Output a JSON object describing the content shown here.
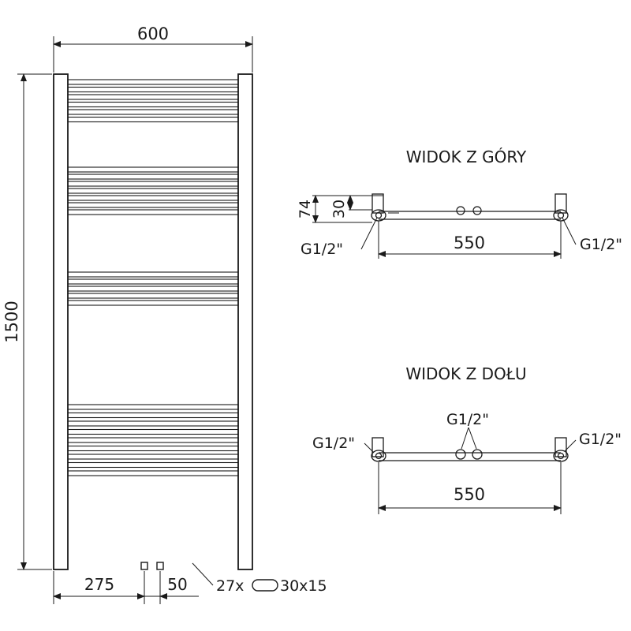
{
  "front_view": {
    "width_label": "600",
    "height_label": "1500",
    "inlet_offset_label": "275",
    "inlet_spacing_label": "50",
    "tube_count_label": "27x",
    "tube_size_label": "30x15",
    "tube_count": 27
  },
  "top_view": {
    "title": "WIDOK Z GÓRY",
    "depth_label": "74",
    "offset_label": "30",
    "spacing_label": "550",
    "thread_left": "G1/2\"",
    "thread_right": "G1/2\""
  },
  "bottom_view": {
    "title": "WIDOK Z DOŁU",
    "spacing_label": "550",
    "thread_left": "G1/2\"",
    "thread_center": "G1/2\"",
    "thread_right": "G1/2\""
  },
  "colors": {
    "line": "#1a1a1a",
    "background": "#ffffff"
  }
}
